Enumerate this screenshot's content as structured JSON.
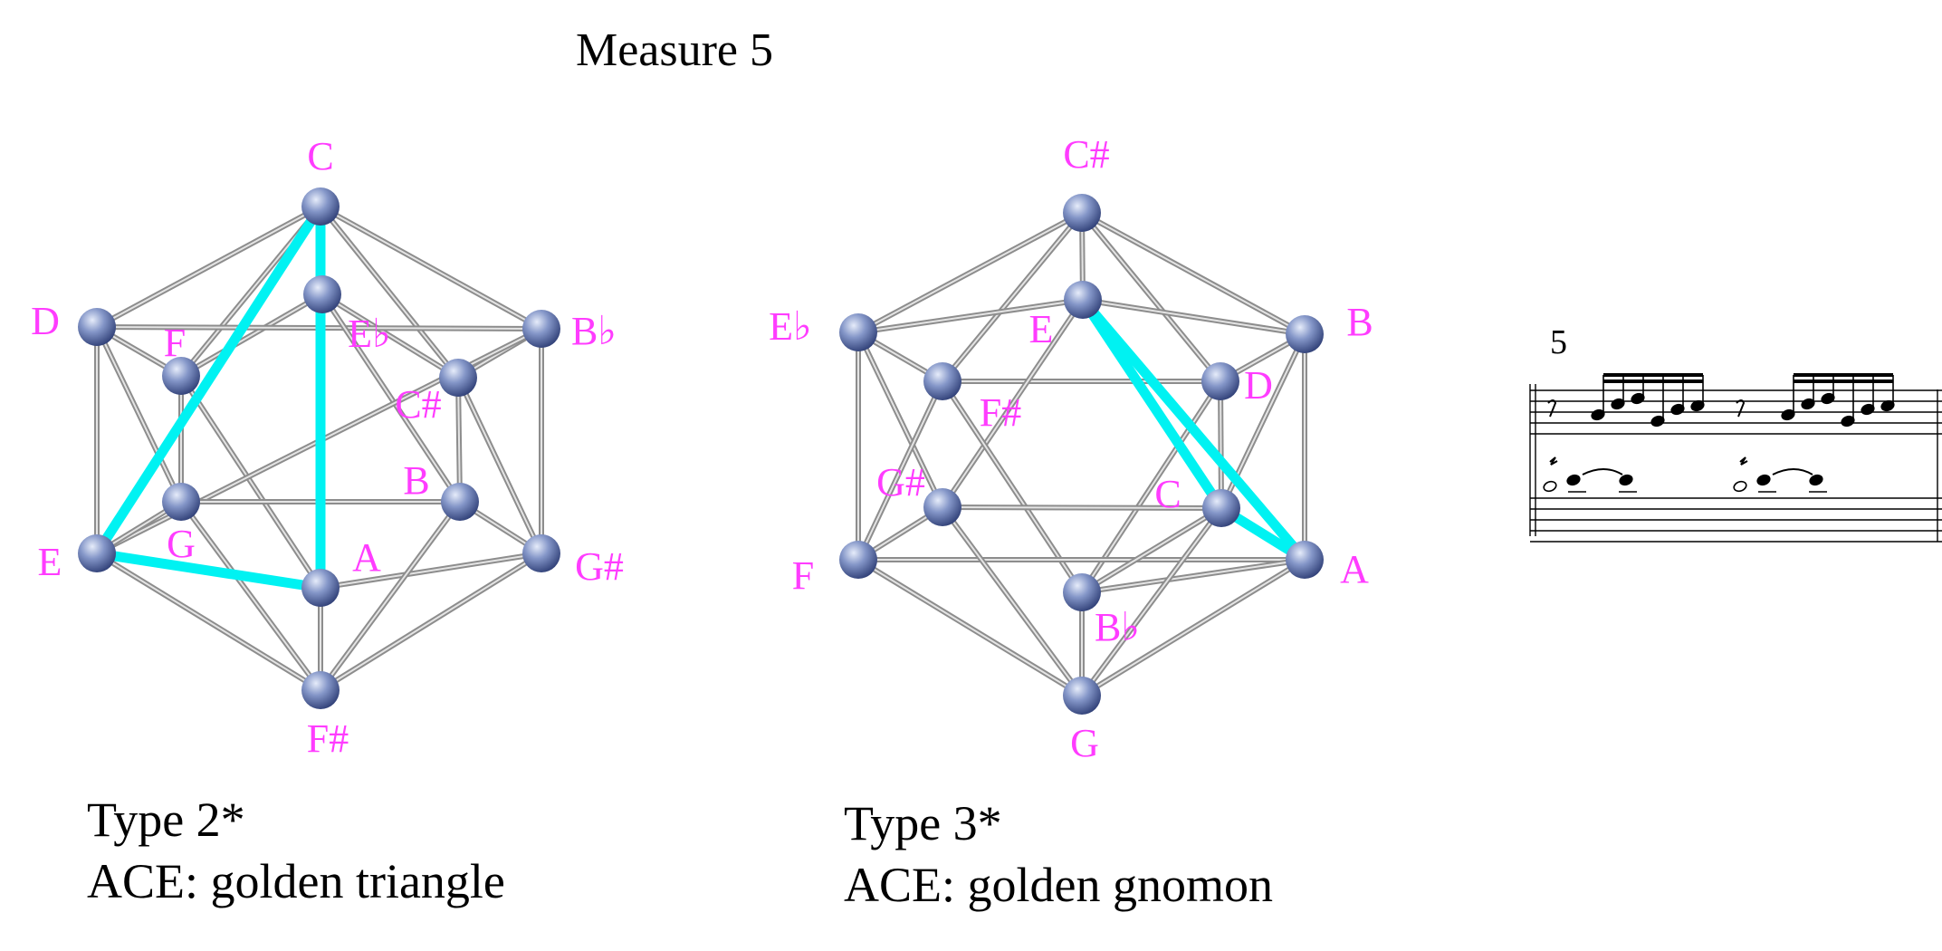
{
  "title": "Measure 5",
  "colors": {
    "label": "#ff3cff",
    "highlight": "#00f2f2",
    "edge": "#9a9a9a",
    "node": "#6f83b9"
  },
  "diagrams": [
    {
      "id": "left",
      "caption_line1": "Type 2*",
      "caption_line2": "ACE: golden triangle",
      "nodes": [
        {
          "name": "C",
          "label": "C"
        },
        {
          "name": "D",
          "label": "D"
        },
        {
          "name": "F",
          "label": "F"
        },
        {
          "name": "Eb",
          "label": "E♭"
        },
        {
          "name": "Bb",
          "label": "B♭"
        },
        {
          "name": "Csharp",
          "label": "C#"
        },
        {
          "name": "G",
          "label": "G"
        },
        {
          "name": "B",
          "label": "B"
        },
        {
          "name": "E",
          "label": "E"
        },
        {
          "name": "A",
          "label": "A"
        },
        {
          "name": "Gsharp",
          "label": "G#"
        },
        {
          "name": "Fsharp",
          "label": "F#"
        }
      ],
      "highlight_triangle": [
        "C",
        "E",
        "A"
      ]
    },
    {
      "id": "right",
      "caption_line1": "Type 3*",
      "caption_line2": "ACE: golden gnomon",
      "nodes": [
        {
          "name": "Csharp",
          "label": "C#"
        },
        {
          "name": "Eb",
          "label": "E♭"
        },
        {
          "name": "E",
          "label": "E"
        },
        {
          "name": "B",
          "label": "B"
        },
        {
          "name": "Fsharp",
          "label": "F#"
        },
        {
          "name": "D",
          "label": "D"
        },
        {
          "name": "Gsharp",
          "label": "G#"
        },
        {
          "name": "C",
          "label": "C"
        },
        {
          "name": "F",
          "label": "F"
        },
        {
          "name": "A",
          "label": "A"
        },
        {
          "name": "Bb",
          "label": "B♭"
        },
        {
          "name": "G",
          "label": "G"
        }
      ],
      "highlight_triangle": [
        "E",
        "C",
        "A"
      ]
    }
  ],
  "score": {
    "measure_number": "5"
  }
}
